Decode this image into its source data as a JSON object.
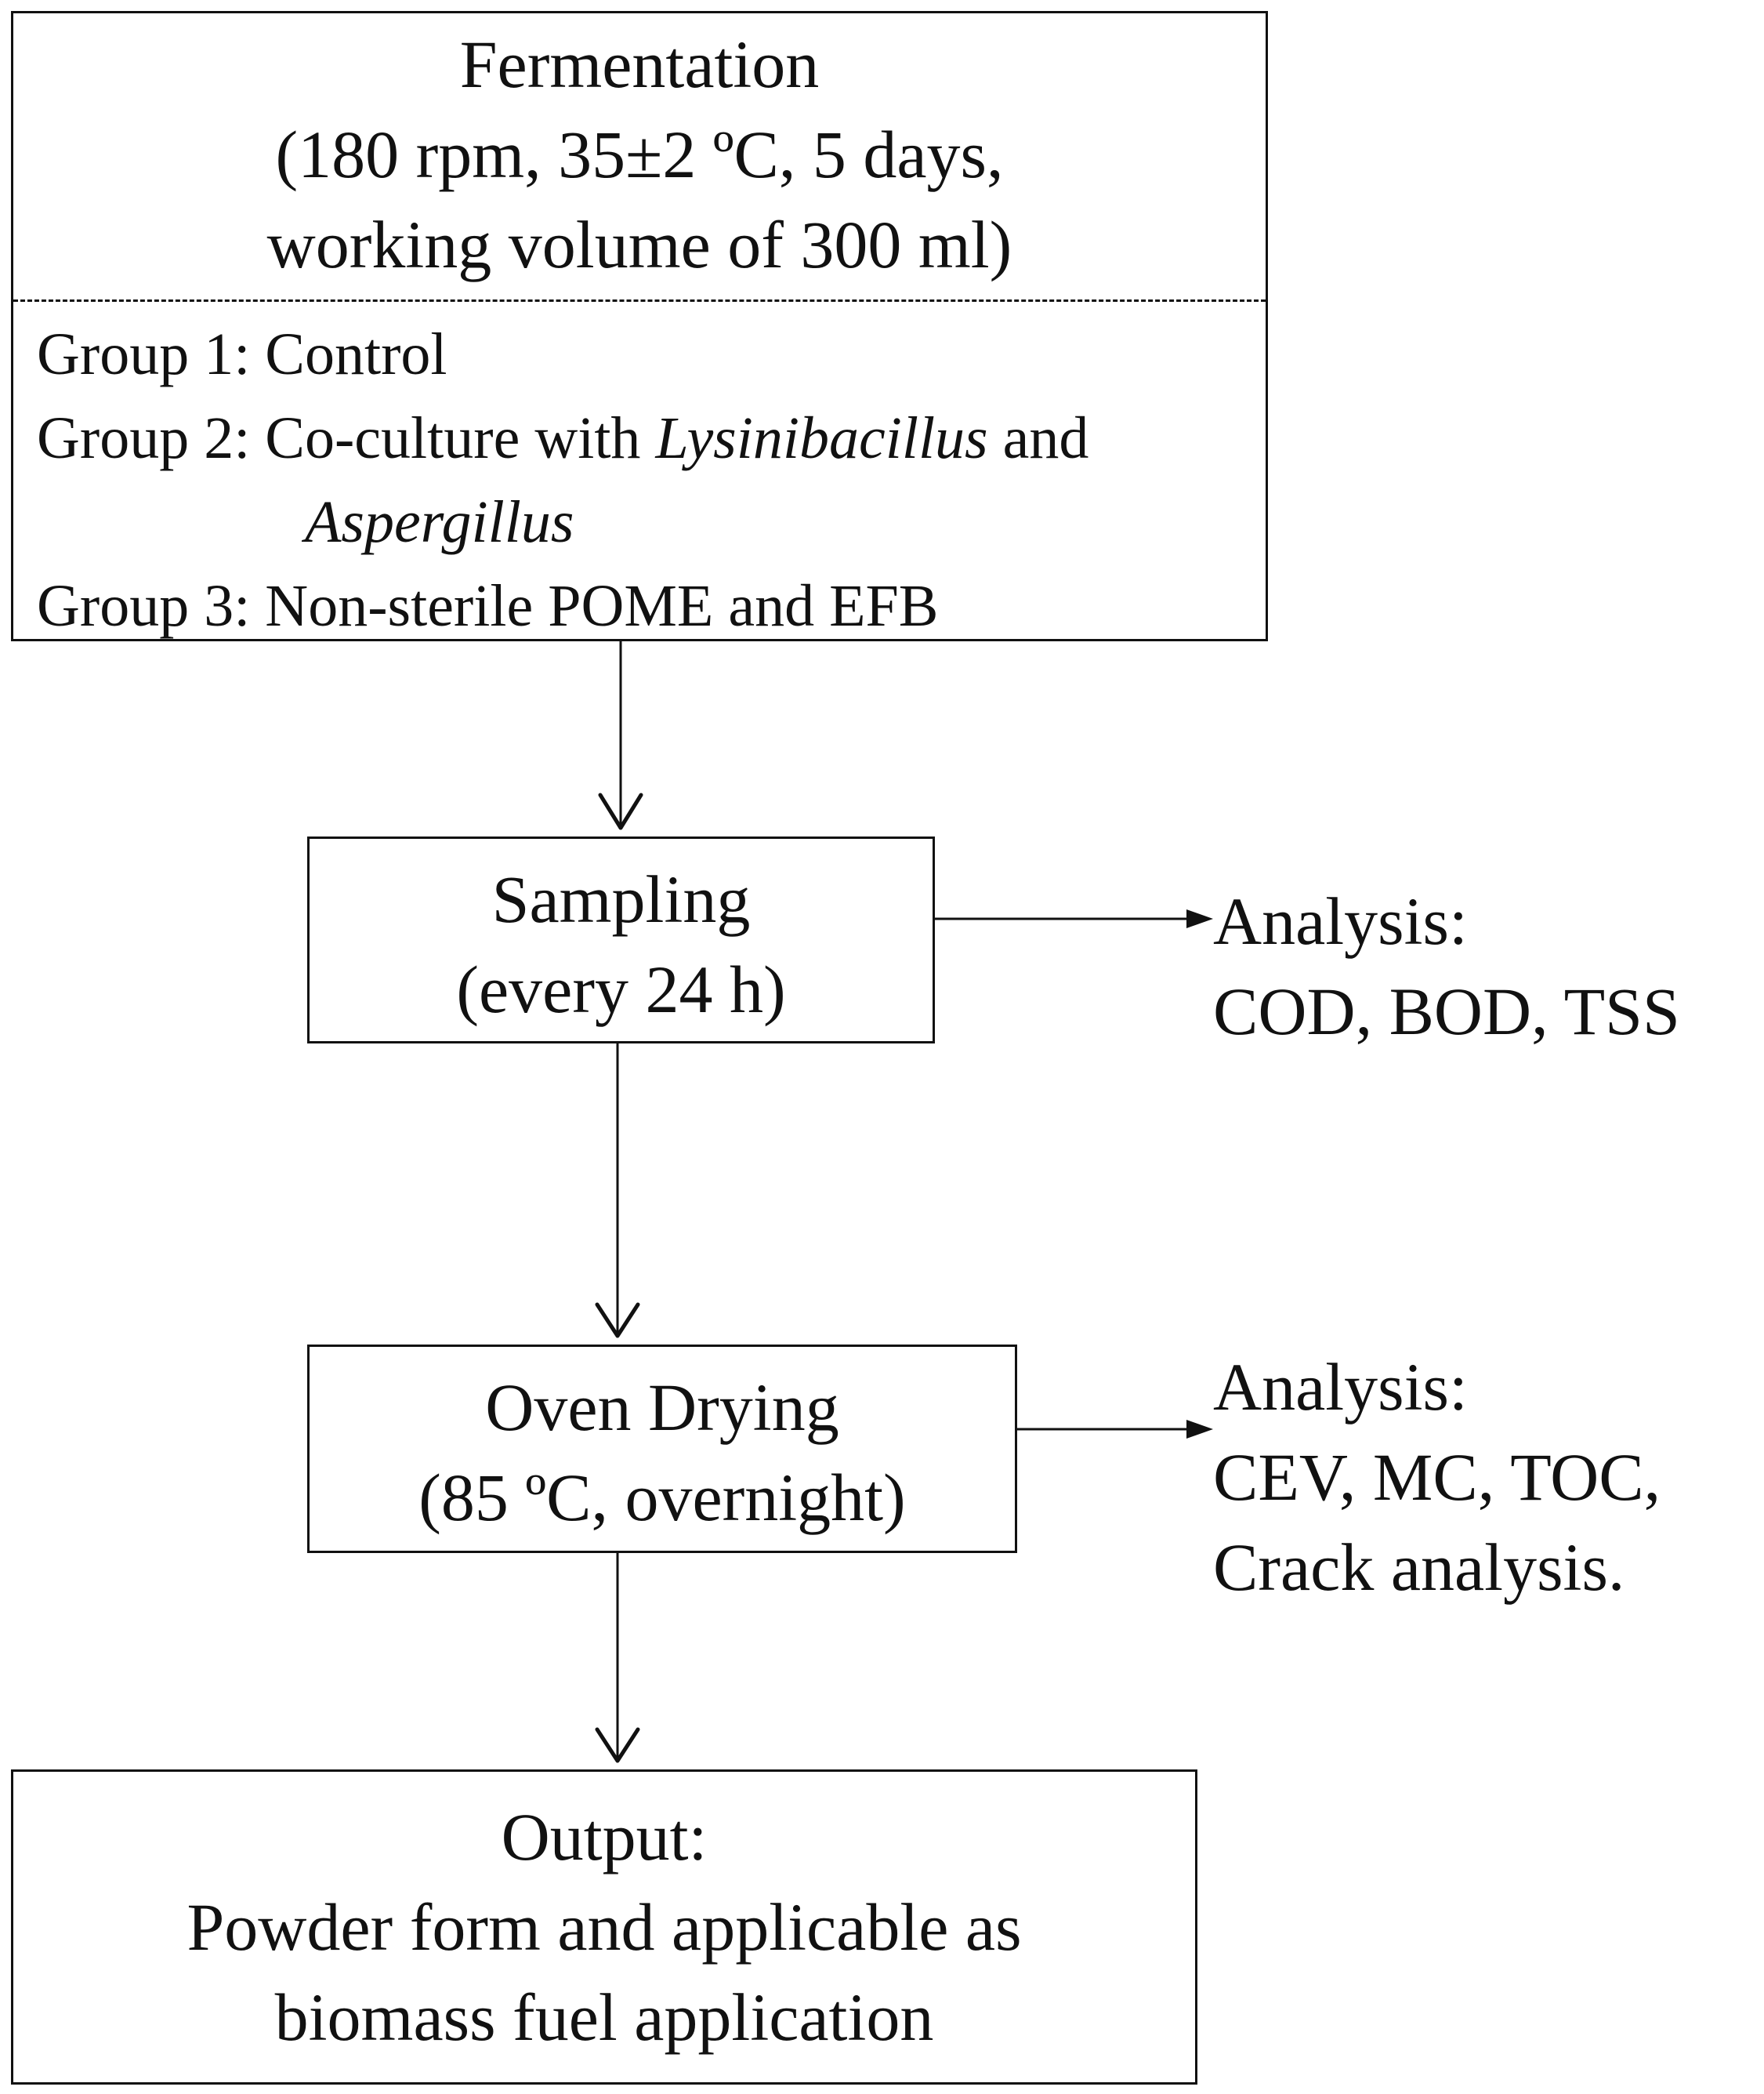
{
  "fermentation": {
    "title": "Fermentation",
    "conditions_line1": "(180 rpm, 35±2 ºC, 5 days,",
    "conditions_line2": "working volume of 300 ml)",
    "group1": "Group 1: Control",
    "group2_prefix": "Group 2: Co-culture with ",
    "group2_genus1": "Lysinibacillus",
    "group2_and": " and",
    "group2_genus2": "Aspergillus",
    "group3": "Group 3: Non-sterile POME and EFB"
  },
  "sampling": {
    "title": "Sampling",
    "subtitle": "(every 24 h)"
  },
  "sampling_analysis": {
    "label": "Analysis:",
    "items": "COD, BOD, TSS"
  },
  "drying": {
    "title": "Oven Drying",
    "subtitle": "(85 ºC, overnight)"
  },
  "drying_analysis": {
    "label": "Analysis:",
    "line1": "CEV, MC, TOC,",
    "line2": "Crack analysis."
  },
  "output": {
    "label": "Output:",
    "line1": "Powder form and applicable as",
    "line2": "biomass fuel application"
  }
}
